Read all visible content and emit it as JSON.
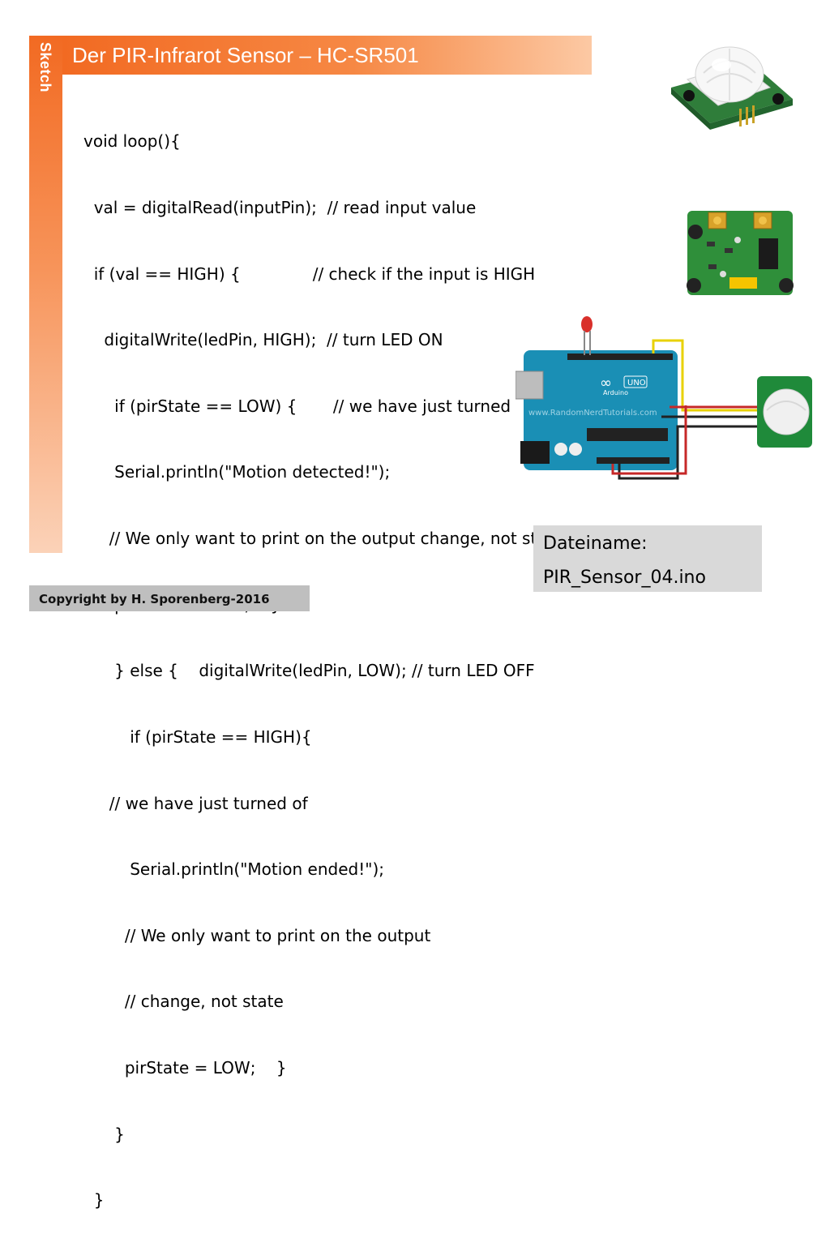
{
  "slide": {
    "section_label": "Sketch",
    "title": "Der PIR-Infrarot Sensor – HC-SR501",
    "code_lines": [
      "void loop(){",
      "  val = digitalRead(inputPin);  // read input value",
      "  if (val == HIGH) {              // check if the input is HIGH",
      "    digitalWrite(ledPin, HIGH);  // turn LED ON",
      "      if (pirState == LOW) {       // we have just turned on",
      "      Serial.println(\"Motion detected!\");",
      "     // We only want to print on the output change, not state",
      "      pirState = HIGH;    }",
      "      } else {    digitalWrite(ledPin, LOW); // turn LED OFF",
      "         if (pirState == HIGH){",
      "     // we have just turned of",
      "         Serial.println(\"Motion ended!\");",
      "        // We only want to print on the output",
      "        // change, not state",
      "        pirState = LOW;    }",
      "      }",
      "  }"
    ],
    "filename_box": {
      "label": "Dateiname:",
      "value": "PIR_Sensor_04.ino"
    },
    "copyright": "Copyright by H. Sporenberg-2016",
    "images": {
      "sensor_top": "hc-sr501-dome-photo",
      "sensor_bottom": "hc-sr501-pcb-photo",
      "wiring": "arduino-uno-pir-led-wiring-diagram",
      "arduino_board_text": "UNO",
      "arduino_brand": "Arduino",
      "watermark": "www.RandomNerdTutorials.com"
    },
    "colors": {
      "accent_orange": "#f26a22",
      "arduino_blue": "#1a8fb5"
    }
  }
}
